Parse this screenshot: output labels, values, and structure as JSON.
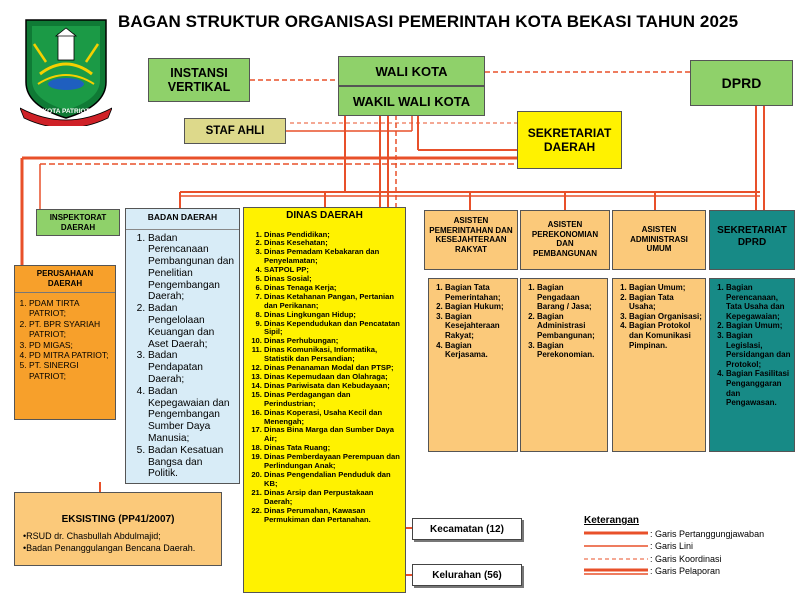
{
  "title": "BAGAN STRUKTUR ORGANISASI PEMERINTAH KOTA BEKASI TAHUN 2025",
  "logo": {
    "caption": "KOTA PATRIOT"
  },
  "colors": {
    "green": "#8fd16a",
    "yellow": "#fff200",
    "olive": "#ddd98b",
    "orange": "#f7a02b",
    "peach": "#fbc97a",
    "blue": "#d8ecf7",
    "teal": "#178a86",
    "line": "#e8502a"
  },
  "top": {
    "instansi": "INSTANSI VERTIKAL",
    "wali_kota": "WALI KOTA",
    "wakil": "WAKIL WALI KOTA",
    "dprd": "DPRD",
    "staf_ahli": "STAF AHLI",
    "sekretariat_daerah": "SEKRETARIAT DAERAH"
  },
  "inspektorat": "INSPEKTORAT DAERAH",
  "perusahaan": {
    "title": "PERUSAHAAN DAERAH",
    "items": [
      "PDAM TIRTA PATRIOT;",
      "PT. BPR SYARIAH PATRIOT;",
      "PD MIGAS;",
      "PD MITRA PATRIOT;",
      "PT. SINERGI PATRIOT;"
    ]
  },
  "badan": {
    "title": "BADAN DAERAH",
    "items": [
      "Badan Perencanaan Pembangunan dan Penelitian Pengembangan Daerah;",
      "Badan Pengelolaan Keuangan dan Aset Daerah;",
      "Badan Pendapatan Daerah;",
      "Badan Kepegawaian dan Pengembangan Sumber Daya Manusia;",
      "Badan Kesatuan Bangsa dan Politik."
    ]
  },
  "dinas": {
    "title": "DINAS DAERAH",
    "items": [
      "Dinas Pendidikan;",
      "Dinas Kesehatan;",
      "Dinas Pemadam Kebakaran dan Penyelamatan;",
      "SATPOL PP;",
      "Dinas Sosial;",
      "Dinas Tenaga Kerja;",
      "Dinas Ketahanan Pangan, Pertanian dan Perikanan;",
      "Dinas Lingkungan Hidup;",
      "Dinas Kependudukan dan Pencatatan Sipil;",
      "Dinas Perhubungan;",
      "Dinas Komunikasi, Informatika, Statistik dan Persandian;",
      "Dinas Penanaman Modal dan PTSP;",
      "Dinas Kepemudaan dan Olahraga;",
      "Dinas Pariwisata dan Kebudayaan;",
      "Dinas Perdagangan dan Perindustrian;",
      "Dinas Koperasi, Usaha Kecil dan Menengah;",
      "Dinas Bina Marga dan Sumber Daya Air;",
      "Dinas Tata Ruang;",
      "Dinas Pemberdayaan Perempuan dan Perlindungan Anak;",
      "Dinas Pengendalian Penduduk dan KB;",
      "Dinas Arsip dan Perpustakaan Daerah;",
      "Dinas Perumahan, Kawasan Permukiman dan Pertanahan."
    ]
  },
  "asisten1": {
    "title": "ASISTEN PEMERINTAHAN DAN KESEJAHTERAAN RAKYAT",
    "items": [
      "Bagian Tata Pemerintahan;",
      "Bagian Hukum;",
      "Bagian Kesejahteraan Rakyat;",
      "Bagian Kerjasama."
    ]
  },
  "asisten2": {
    "title": "ASISTEN PEREKONOMIAN DAN PEMBANGUNAN",
    "items": [
      "Bagian Pengadaan Barang / Jasa;",
      "Bagian Administrasi Pembangunan;",
      "Bagian Perekonomian."
    ]
  },
  "asisten3": {
    "title": "ASISTEN ADMINISTRASI UMUM",
    "items": [
      "Bagian Umum;",
      "Bagian Tata Usaha;",
      "Bagian Organisasi;",
      "Bagian Protokol dan Komunikasi Pimpinan."
    ]
  },
  "sekdprd": {
    "title": "SEKRETARIAT DPRD",
    "items": [
      "Bagian Perencanaan, Tata Usaha dan Kepegawaian;",
      "Bagian Umum;",
      "Bagian Legislasi, Persidangan dan Protokol;",
      "Bagian Fasilitasi Penganggaran dan Pengawasan."
    ]
  },
  "eksisting": {
    "title": "EKSISTING (PP41/2007)",
    "items": [
      "RSUD dr. Chasbullah Abdulmajid;",
      "Badan Penanggulangan Bencana Daerah."
    ]
  },
  "kecamatan": "Kecamatan (12)",
  "kelurahan": "Kelurahan (56)",
  "legend": {
    "title": "Keterangan",
    "items": [
      ": Garis Pertanggungjawaban",
      ": Garis Lini",
      ": Garis Koordinasi",
      ": Garis Pelaporan"
    ]
  }
}
